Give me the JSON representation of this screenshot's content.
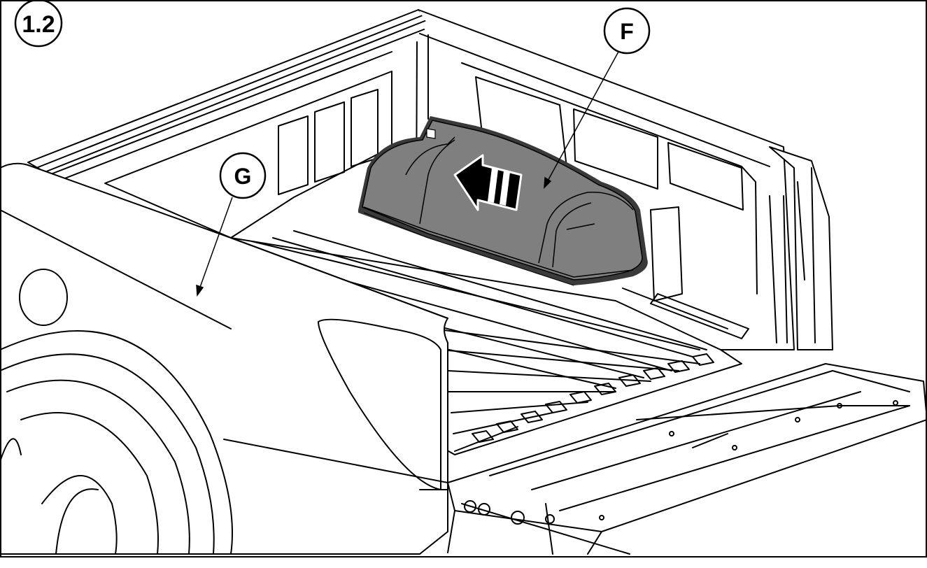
{
  "step": {
    "number": "1.2"
  },
  "callouts": [
    {
      "id": "F",
      "label": "F"
    },
    {
      "id": "G",
      "label": "G"
    }
  ],
  "colors": {
    "line": "#000000",
    "background": "#ffffff",
    "bed_liner_part": "#7f7f7f",
    "bed_liner_edge": "#3a3a3a"
  },
  "icons": [
    "direction-arrow-icon"
  ]
}
